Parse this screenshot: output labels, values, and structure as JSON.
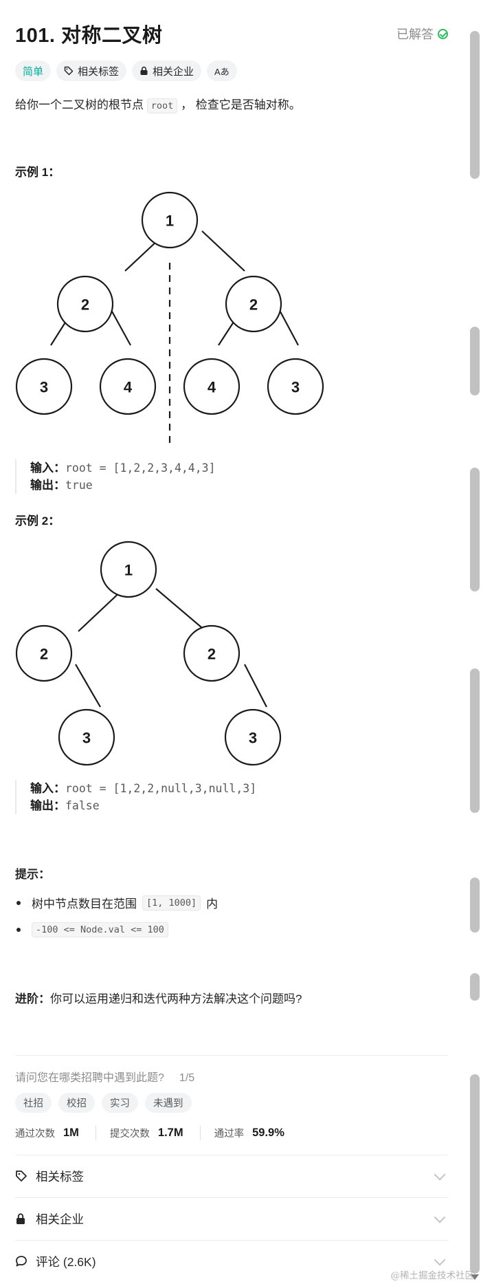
{
  "problem": {
    "title": "101. 对称二叉树",
    "status": "已解答"
  },
  "tags": {
    "difficulty": "简单",
    "related_tags": "相关标签",
    "related_companies": "相关企业",
    "font_toggle": "Aあ"
  },
  "description": {
    "prefix": "给你一个二叉树的根节点",
    "code": "root",
    "suffix": "， 检查它是否轴对称。"
  },
  "example1": {
    "title": "示例 1：",
    "input_label": "输入：",
    "input_value": "root = [1,2,2,3,4,4,3]",
    "output_label": "输出：",
    "output_value": "true",
    "tree": {
      "root": "1",
      "level2": [
        "2",
        "2"
      ],
      "level3": [
        "3",
        "4",
        "4",
        "3"
      ]
    }
  },
  "example2": {
    "title": "示例 2：",
    "input_label": "输入：",
    "input_value": "root = [1,2,2,null,3,null,3]",
    "output_label": "输出：",
    "output_value": "false",
    "tree": {
      "root": "1",
      "level2": [
        "2",
        "2"
      ],
      "level3": [
        "3",
        "3"
      ]
    }
  },
  "hints": {
    "title": "提示：",
    "items": [
      {
        "prefix": "树中节点数目在范围",
        "code": "[1, 1000]",
        "suffix": "内"
      },
      {
        "prefix": "",
        "code": "-100 <= Node.val <= 100",
        "suffix": ""
      }
    ]
  },
  "advanced": {
    "label": "进阶：",
    "text": "你可以运用递归和迭代两种方法解决这个问题吗?"
  },
  "survey": {
    "question": "请问您在哪类招聘中遇到此题?",
    "count": "1/5",
    "options": [
      "社招",
      "校招",
      "实习",
      "未遇到"
    ]
  },
  "stats": [
    {
      "label": "通过次数",
      "value": "1M"
    },
    {
      "label": "提交次数",
      "value": "1.7M"
    },
    {
      "label": "通过率",
      "value": "59.9%"
    }
  ],
  "sections": [
    {
      "label": "相关标签",
      "icon": "tag-icon"
    },
    {
      "label": "相关企业",
      "icon": "lock-icon"
    },
    {
      "label": "评论 (2.6K)",
      "icon": "comment-icon"
    }
  ],
  "watermark": "@稀土掘金技术社区",
  "colors": {
    "easy": "#00af9b",
    "solved_check": "#2cbb5d"
  }
}
